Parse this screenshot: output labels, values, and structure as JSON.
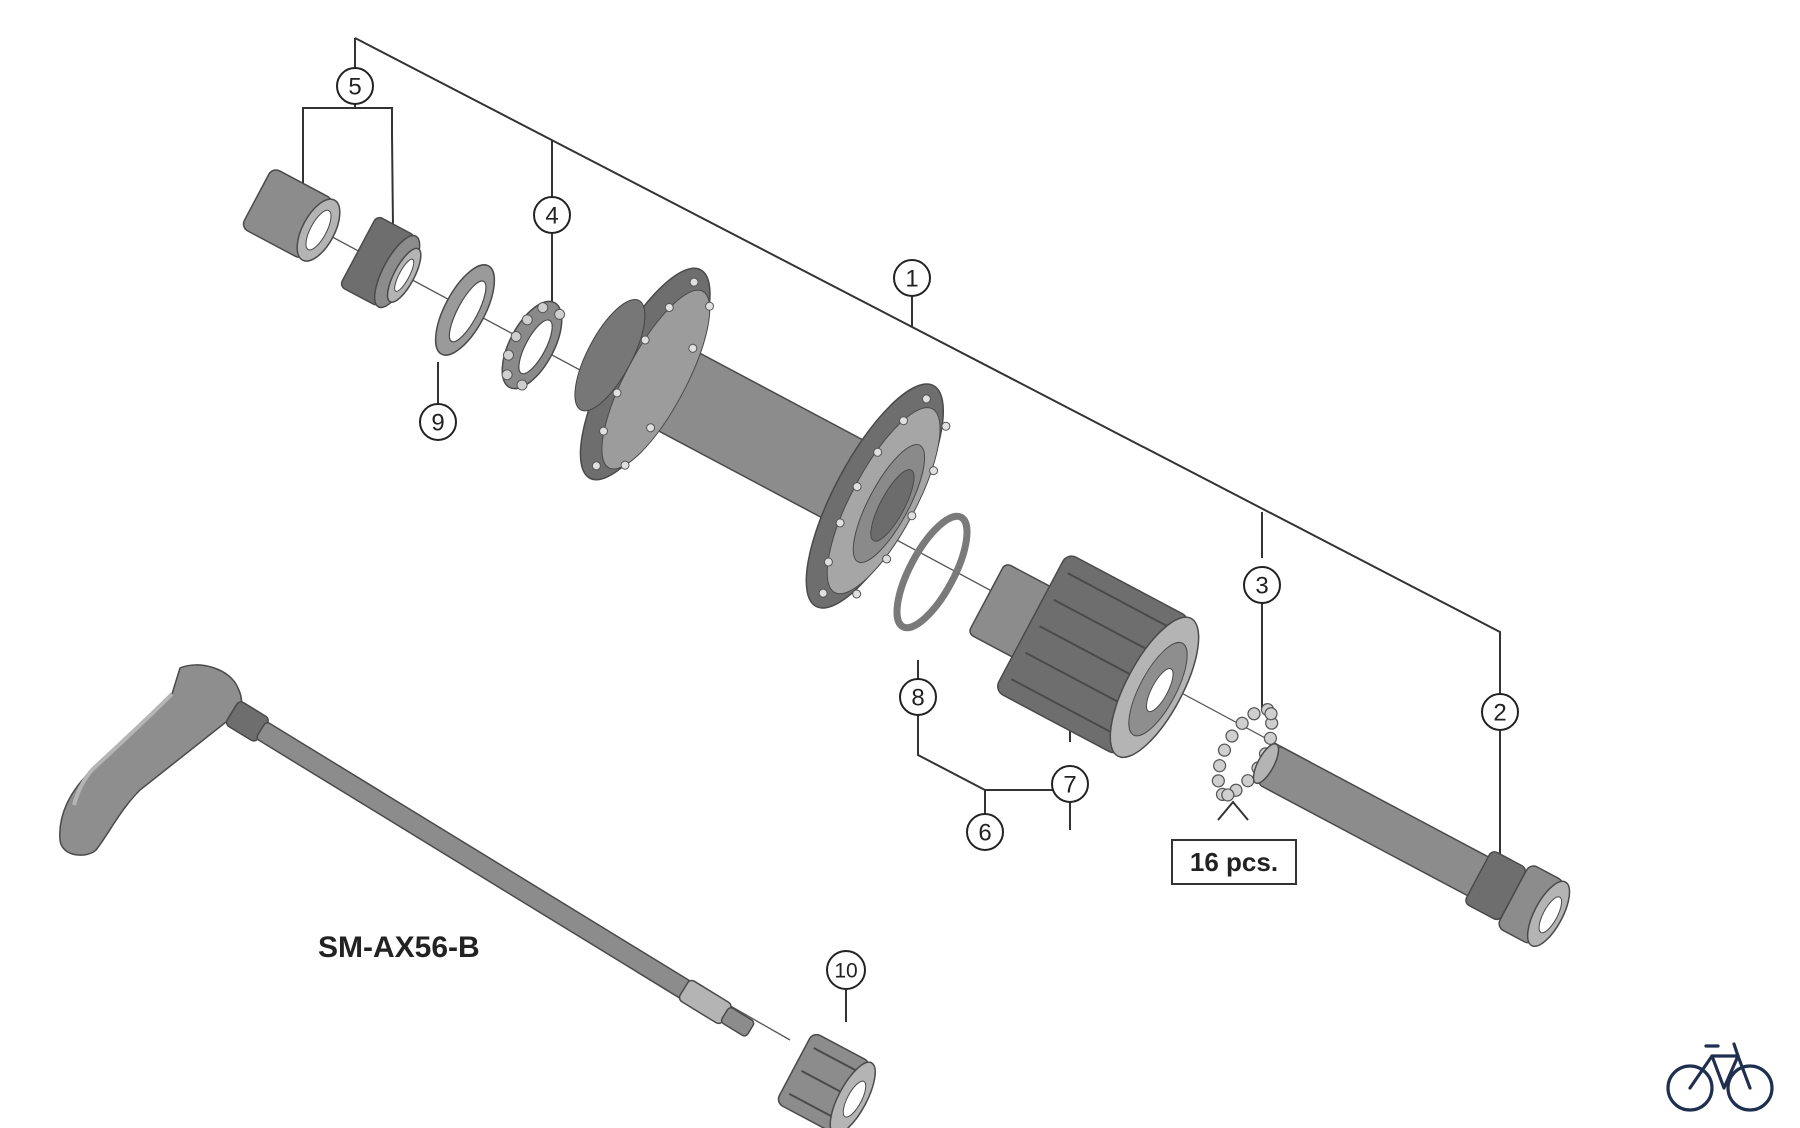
{
  "diagram": {
    "model_label": "SM-AX56-B",
    "ball_count_label": "16 pcs.",
    "callouts": [
      {
        "id": "1",
        "label": "1"
      },
      {
        "id": "2",
        "label": "2"
      },
      {
        "id": "3",
        "label": "3"
      },
      {
        "id": "4",
        "label": "4"
      },
      {
        "id": "5",
        "label": "5"
      },
      {
        "id": "6",
        "label": "6"
      },
      {
        "id": "7",
        "label": "7"
      },
      {
        "id": "8",
        "label": "8"
      },
      {
        "id": "9",
        "label": "9"
      },
      {
        "id": "10",
        "label": "10"
      }
    ],
    "logo_icon": "bicycle-icon"
  }
}
